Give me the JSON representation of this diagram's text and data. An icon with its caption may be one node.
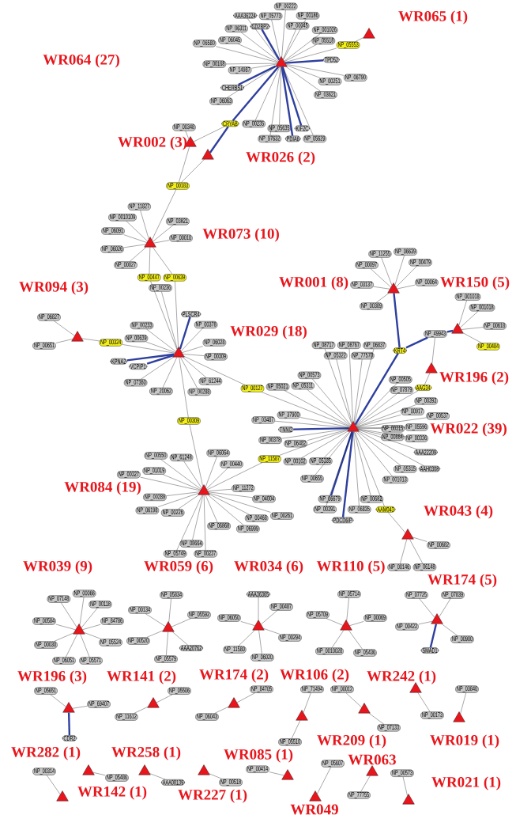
{
  "diagram": {
    "nodes": [
      {
        "text": [],
        "shape": "triangle"
      },
      {
        "text": [
          "NP_00222"
        ]
      },
      {
        "text": [
          "AAA36224"
        ]
      },
      {
        "text": [
          "NP_05773"
        ]
      },
      {
        "text": [
          "NP_00186"
        ]
      },
      {
        "text": [
          "NP_06311"
        ]
      },
      {
        "text": [
          "CD2BP2"
        ]
      },
      {
        "text": [
          "NP_00045"
        ]
      },
      {
        "text": [
          "NP_001026"
        ]
      },
      {
        "text": [
          "NP_05553"
        ]
      },
      {
        "text": [
          "NP_06580"
        ]
      },
      {
        "text": [
          "NP_06045"
        ]
      },
      {
        "text": [
          "NP_05518"
        ]
      },
      {
        "text": [
          "TPD52"
        ]
      },
      {
        "text": [
          "NP_00168"
        ]
      },
      {
        "text": [
          "NP_14987"
        ]
      },
      {
        "text": [
          "NP_00251"
        ]
      },
      {
        "text": [
          "NP_06790"
        ]
      },
      {
        "text": [
          "CHERBS1"
        ]
      },
      {
        "text": [
          "NP_06063"
        ]
      },
      {
        "text": [
          "NP_00235"
        ]
      },
      {
        "text": [
          "NP_05635"
        ]
      },
      {
        "text": [
          "KIF2C"
        ]
      },
      {
        "text": [
          "NP_03621"
        ]
      },
      {
        "text": [
          "NP_05629"
        ]
      },
      {
        "text": [
          "NP_97632"
        ]
      },
      {
        "text": [
          "PDIA6"
        ]
      },
      {
        "text": [
          "CRYAB"
        ]
      },
      {
        "text": [],
        "shape": "triangle"
      },
      {
        "text": [
          "NP_00348"
        ]
      },
      {
        "text": [],
        "shape": "triangle"
      },
      {
        "text": [],
        "shape": "triangle"
      },
      {
        "text": [
          "NP_00183"
        ]
      },
      {
        "text": [],
        "shape": "triangle"
      },
      {
        "text": [
          "NP_11827"
        ]
      },
      {
        "text": [
          "NP_0010109"
        ]
      },
      {
        "text": [
          "NP_03821"
        ]
      },
      {
        "text": [
          "NP_06091"
        ]
      },
      {
        "text": [
          "NP_00010"
        ]
      },
      {
        "text": [
          "NP_06026"
        ]
      },
      {
        "text": [
          "NP_00027"
        ]
      },
      {
        "text": [
          "NP_00447"
        ]
      },
      {
        "text": [
          "NP_00639"
        ]
      },
      {
        "text": [
          "NP_06827"
        ]
      },
      {
        "text": [],
        "shape": "triangle"
      },
      {
        "text": [
          "NP_00651"
        ]
      },
      {
        "text": [
          "NP_00324"
        ]
      },
      {
        "text": [
          "NP_00233"
        ]
      },
      {
        "text": [
          "NP_00236"
        ]
      },
      {
        "text": [
          "PLSCR4"
        ]
      },
      {
        "text": [
          "NP_00378"
        ]
      },
      {
        "text": [
          "NP_06028"
        ]
      },
      {
        "text": [
          "NP_00639"
        ]
      },
      {
        "text": [],
        "shape": "triangle"
      },
      {
        "text": [
          "KPNA2"
        ]
      },
      {
        "text": [
          "VCPIP1"
        ]
      },
      {
        "text": [
          "NP_00309"
        ]
      },
      {
        "text": [
          "NP_07360"
        ]
      },
      {
        "text": [
          "NP_61244"
        ]
      },
      {
        "text": [
          "NP_20062"
        ]
      },
      {
        "text": [
          "NP_00288"
        ]
      },
      {
        "text": [
          "NP_00127"
        ]
      },
      {
        "text": [
          "NP_00309"
        ]
      },
      {
        "text": [
          "NP_11255"
        ]
      },
      {
        "text": [
          "NP_06639"
        ]
      },
      {
        "text": [
          "NP_00097"
        ]
      },
      {
        "text": [
          "NP_00479"
        ]
      },
      {
        "text": [
          "NP_03137"
        ]
      },
      {
        "text": [
          "NP_00064"
        ]
      },
      {
        "text": [],
        "shape": "triangle"
      },
      {
        "text": [
          "NP_00389"
        ]
      },
      {
        "text": [
          "NP_001018"
        ]
      },
      {
        "text": [
          "NP_001018"
        ]
      },
      {
        "text": [
          "NP_00618"
        ]
      },
      {
        "text": [],
        "shape": "triangle"
      },
      {
        "text": [
          "NP_49943"
        ]
      },
      {
        "text": [
          "NP_00484"
        ]
      },
      {
        "text": [
          "KRT4"
        ]
      },
      {
        "text": [],
        "shape": "triangle"
      },
      {
        "text": [
          "AAG34"
        ]
      },
      {
        "text": [
          "NP_08717"
        ]
      },
      {
        "text": [
          "NP_08767"
        ]
      },
      {
        "text": [
          "NP_06837"
        ]
      },
      {
        "text": [
          "NP_00573"
        ]
      },
      {
        "text": [
          "NP_05322"
        ]
      },
      {
        "text": [
          "NP_77570"
        ]
      },
      {
        "text": [
          "NP_00505"
        ]
      },
      {
        "text": [
          "NP_05311"
        ]
      },
      {
        "text": [
          "NP_05021"
        ]
      },
      {
        "text": [
          "NP_07879"
        ]
      },
      {
        "text": [
          "NP_00393"
        ]
      },
      {
        "text": [
          "NP_37900"
        ]
      },
      {
        "text": [
          "NP_00917"
        ]
      },
      {
        "text": [
          "NP_00537"
        ]
      },
      {
        "text": [
          "NP_03487"
        ]
      },
      {
        "text": [
          "TNNI2"
        ]
      },
      {
        "text": [],
        "shape": "triangle"
      },
      {
        "text": [
          "NP_00315"
        ]
      },
      {
        "text": [
          "NP_05596"
        ]
      },
      {
        "text": [
          "NP_00378"
        ]
      },
      {
        "text": [
          "NP_06482"
        ]
      },
      {
        "text": [
          "NP_00884"
        ]
      },
      {
        "text": [
          "NP_00336"
        ]
      },
      {
        "text": [
          "NP_00655"
        ]
      },
      {
        "text": [
          "AAA22209"
        ]
      },
      {
        "text": [
          "NP_00102"
        ]
      },
      {
        "text": [
          "NP_05335"
        ]
      },
      {
        "text": [
          "NP_00682"
        ]
      },
      {
        "text": [
          "NP_05315"
        ]
      },
      {
        "text": [
          "AAH0308"
        ]
      },
      {
        "text": [
          "NP_06679"
        ]
      },
      {
        "text": [
          "NP_00391"
        ]
      },
      {
        "text": [
          "NP_06835"
        ]
      },
      {
        "text": [
          "NP_001013"
        ]
      },
      {
        "text": [
          "PDCD6IP"
        ]
      },
      {
        "text": [
          "AAM043"
        ]
      },
      {
        "text": [
          "NP_11587"
        ]
      },
      {
        "text": [
          "NP_00550"
        ]
      },
      {
        "text": [
          "NP_61248"
        ]
      },
      {
        "text": [
          "NP_06064"
        ]
      },
      {
        "text": [
          "NP_00440"
        ]
      },
      {
        "text": [
          "NP_00327"
        ]
      },
      {
        "text": [
          "NP_01019"
        ]
      },
      {
        "text": [
          "NP_11272"
        ]
      },
      {
        "text": [],
        "shape": "triangle"
      },
      {
        "text": [
          "NP_00289"
        ]
      },
      {
        "text": [
          "NP_00226"
        ]
      },
      {
        "text": [
          "NP_00468"
        ]
      },
      {
        "text": [
          "NP_04004"
        ]
      },
      {
        "text": [
          "NP_06198"
        ]
      },
      {
        "text": [
          "NP_00261"
        ]
      },
      {
        "text": [
          "NP_08664"
        ]
      },
      {
        "text": [
          "NP_06868"
        ]
      },
      {
        "text": [
          "NP_06999"
        ]
      },
      {
        "text": [
          "NP_05749"
        ]
      },
      {
        "text": [
          "NP_00237"
        ]
      },
      {
        "text": [],
        "shape": "triangle"
      },
      {
        "text": [
          "NP_00682"
        ]
      },
      {
        "text": [
          "NP_00146"
        ]
      },
      {
        "text": [
          "NP_06148"
        ]
      },
      {
        "text": [
          "NP_07148"
        ]
      },
      {
        "text": [
          "NP_00066"
        ]
      },
      {
        "text": [
          "NP_00118"
        ]
      },
      {
        "text": [
          "NP_00584"
        ]
      },
      {
        "text": [
          "NP_84786"
        ]
      },
      {
        "text": [],
        "shape": "triangle"
      },
      {
        "text": [
          "NP_05524"
        ]
      },
      {
        "text": [
          "NP_00030"
        ]
      },
      {
        "text": [
          "NP_06051"
        ]
      },
      {
        "text": [
          "NP_05571"
        ]
      },
      {
        "text": [
          "NP_05834"
        ]
      },
      {
        "text": [
          "NP_00134"
        ]
      },
      {
        "text": [
          "NP_05592"
        ]
      },
      {
        "text": [],
        "shape": "triangle"
      },
      {
        "text": [
          "NP_00520"
        ]
      },
      {
        "text": [
          "AAA20762"
        ]
      },
      {
        "text": [
          "NP_05579"
        ]
      },
      {
        "text": [
          "AAA36365"
        ]
      },
      {
        "text": [
          "NP_00487"
        ]
      },
      {
        "text": [
          "NP_06050"
        ]
      },
      {
        "text": [],
        "shape": "triangle"
      },
      {
        "text": [
          "NP_00294"
        ]
      },
      {
        "text": [
          "NP_11580"
        ]
      },
      {
        "text": [
          "NP_06020"
        ]
      },
      {
        "text": [
          "NP_05714"
        ]
      },
      {
        "text": [
          "NP_05709"
        ]
      },
      {
        "text": [
          "NP_00069"
        ]
      },
      {
        "text": [],
        "shape": "triangle"
      },
      {
        "text": [
          "NP_0010028"
        ]
      },
      {
        "text": [
          "NP_05436"
        ]
      },
      {
        "text": [
          "NP_07725"
        ]
      },
      {
        "text": [
          "NP_07839"
        ]
      },
      {
        "text": [],
        "shape": "triangle"
      },
      {
        "text": [
          "NP_00422"
        ]
      },
      {
        "text": [
          "NP_00900"
        ]
      },
      {
        "text": [
          "SMAD1"
        ]
      },
      {
        "text": [
          "NP_05651"
        ]
      },
      {
        "text": [],
        "shape": "triangle"
      },
      {
        "text": [
          "NP_69407"
        ]
      },
      {
        "text": [
          "CDR2"
        ]
      },
      {
        "text": [
          "NP_05506"
        ]
      },
      {
        "text": [],
        "shape": "triangle"
      },
      {
        "text": [
          "NP_11612"
        ]
      },
      {
        "text": [
          "NP_84705"
        ]
      },
      {
        "text": [],
        "shape": "triangle"
      },
      {
        "text": [
          "NP_06043"
        ]
      },
      {
        "text": [
          "NP_71494"
        ]
      },
      {
        "text": [],
        "shape": "triangle"
      },
      {
        "text": [
          "NP_05510"
        ]
      },
      {
        "text": [
          "NP_00012"
        ]
      },
      {
        "text": [],
        "shape": "triangle"
      },
      {
        "text": [
          "NP_07133"
        ]
      },
      {
        "text": [],
        "shape": "triangle"
      },
      {
        "text": [
          "NP_00173"
        ]
      },
      {
        "text": [
          "NP_03840"
        ]
      },
      {
        "text": [],
        "shape": "triangle"
      },
      {
        "text": [
          "NP_00314"
        ]
      },
      {
        "text": [],
        "shape": "triangle"
      },
      {
        "text": [],
        "shape": "triangle"
      },
      {
        "text": [
          "NP_05486"
        ]
      },
      {
        "text": [],
        "shape": "triangle"
      },
      {
        "text": [
          "AAA08139"
        ]
      },
      {
        "text": [],
        "shape": "triangle"
      },
      {
        "text": [
          "NP_00518"
        ]
      },
      {
        "text": [
          "NP_00414"
        ]
      },
      {
        "text": [],
        "shape": "triangle"
      },
      {
        "text": [
          "NP_05607"
        ]
      },
      {
        "text": [],
        "shape": "triangle"
      },
      {
        "text": [],
        "shape": "triangle"
      },
      {
        "text": [
          "NP_77755"
        ]
      },
      {
        "text": [
          "NP_00573"
        ]
      },
      {
        "text": [],
        "shape": "triangle"
      }
    ],
    "edges": [
      {
        "from": 0,
        "to": 1,
        "arrow": "none"
      },
      {
        "from": 0,
        "to": 2,
        "arrow": "none"
      },
      {
        "from": 0,
        "to": 3,
        "arrow": "none"
      },
      {
        "from": 0,
        "to": 4,
        "arrow": "none"
      },
      {
        "from": 0,
        "to": 5,
        "arrow": "none"
      },
      {
        "from": 0,
        "to": 6,
        "arrow": "none",
        "style": "thick",
        "color": "#2e3f9e"
      },
      {
        "from": 0,
        "to": 7,
        "arrow": "none"
      },
      {
        "from": 0,
        "to": 8,
        "arrow": "none"
      },
      {
        "from": 0,
        "to": 9,
        "arrow": "none"
      },
      {
        "from": 0,
        "to": 10,
        "arrow": "none"
      },
      {
        "from": 0,
        "to": 11,
        "arrow": "none"
      },
      {
        "from": 0,
        "to": 12,
        "arrow": "none"
      },
      {
        "from": 0,
        "to": 13,
        "arrow": "none",
        "style": "thick",
        "color": "#2e3f9e"
      },
      {
        "from": 0,
        "to": 14,
        "arrow": "none"
      },
      {
        "from": 0,
        "to": 15,
        "arrow": "none"
      },
      {
        "from": 0,
        "to": 16,
        "arrow": "none"
      },
      {
        "from": 0,
        "to": 17,
        "arrow": "none"
      },
      {
        "from": 0,
        "to": 18,
        "arrow": "none",
        "style": "thick",
        "color": "#2e3f9e"
      },
      {
        "from": 0,
        "to": 19,
        "arrow": "none"
      },
      {
        "from": 0,
        "to": 20,
        "arrow": "none"
      },
      {
        "from": 0,
        "to": 21,
        "arrow": "none"
      },
      {
        "from": 0,
        "to": 22,
        "arrow": "none",
        "style": "thick",
        "color": "#2e3f9e"
      },
      {
        "from": 0,
        "to": 23,
        "arrow": "none"
      },
      {
        "from": 0,
        "to": 24,
        "arrow": "none"
      },
      {
        "from": 0,
        "to": 25,
        "arrow": "none"
      },
      {
        "from": 0,
        "to": 26,
        "arrow": "none",
        "style": "thick",
        "color": "#2e3f9e"
      },
      {
        "from": 0,
        "to": 27,
        "arrow": "none",
        "style": "thick",
        "color": "#2e3f9e"
      },
      {
        "from": 9,
        "to": 28,
        "arrow": "none"
      },
      {
        "from": 27,
        "to": 30,
        "arrow": "none"
      },
      {
        "from": 27,
        "to": 31,
        "arrow": "none",
        "style": "thick",
        "color": "#2e3f9e"
      },
      {
        "from": 29,
        "to": 30,
        "arrow": "none"
      },
      {
        "from": 32,
        "to": 30,
        "arrow": "none"
      },
      {
        "from": 32,
        "to": 31,
        "arrow": "none"
      },
      {
        "from": 32,
        "to": 33,
        "arrow": "none"
      },
      {
        "from": 33,
        "to": 34,
        "arrow": "none"
      },
      {
        "from": 33,
        "to": 35,
        "arrow": "none"
      },
      {
        "from": 33,
        "to": 36,
        "arrow": "none"
      },
      {
        "from": 33,
        "to": 37,
        "arrow": "none"
      },
      {
        "from": 33,
        "to": 38,
        "arrow": "none"
      },
      {
        "from": 33,
        "to": 39,
        "arrow": "none"
      },
      {
        "from": 33,
        "to": 40,
        "arrow": "none"
      },
      {
        "from": 33,
        "to": 41,
        "arrow": "none"
      },
      {
        "from": 33,
        "to": 42,
        "arrow": "none"
      },
      {
        "from": 44,
        "to": 43,
        "arrow": "none"
      },
      {
        "from": 44,
        "to": 45,
        "arrow": "none"
      },
      {
        "from": 44,
        "to": 46,
        "arrow": "none"
      },
      {
        "from": 53,
        "to": 41,
        "arrow": "none"
      },
      {
        "from": 53,
        "to": 42,
        "arrow": "none"
      },
      {
        "from": 53,
        "to": 46,
        "arrow": "none"
      },
      {
        "from": 53,
        "to": 47,
        "arrow": "none"
      },
      {
        "from": 53,
        "to": 48,
        "arrow": "none"
      },
      {
        "from": 53,
        "to": 49,
        "arrow": "none",
        "style": "thick",
        "color": "#2e3f9e"
      },
      {
        "from": 53,
        "to": 50,
        "arrow": "none"
      },
      {
        "from": 53,
        "to": 51,
        "arrow": "none"
      },
      {
        "from": 53,
        "to": 52,
        "arrow": "none"
      },
      {
        "from": 53,
        "to": 54,
        "arrow": "none",
        "style": "thick",
        "color": "#2e3f9e"
      },
      {
        "from": 53,
        "to": 55,
        "arrow": "none",
        "style": "thick",
        "color": "#2e3f9e"
      },
      {
        "from": 53,
        "to": 56,
        "arrow": "none"
      },
      {
        "from": 53,
        "to": 57,
        "arrow": "none"
      },
      {
        "from": 53,
        "to": 58,
        "arrow": "none"
      },
      {
        "from": 53,
        "to": 59,
        "arrow": "none"
      },
      {
        "from": 53,
        "to": 60,
        "arrow": "none"
      },
      {
        "from": 53,
        "to": 61,
        "arrow": "none"
      },
      {
        "from": 53,
        "to": 62,
        "arrow": "none"
      },
      {
        "from": 61,
        "to": 96,
        "arrow": "none"
      },
      {
        "from": 62,
        "to": 124,
        "arrow": "none"
      },
      {
        "from": 69,
        "to": 63,
        "arrow": "none"
      },
      {
        "from": 69,
        "to": 64,
        "arrow": "none"
      },
      {
        "from": 69,
        "to": 65,
        "arrow": "none"
      },
      {
        "from": 69,
        "to": 66,
        "arrow": "none"
      },
      {
        "from": 69,
        "to": 67,
        "arrow": "none"
      },
      {
        "from": 69,
        "to": 68,
        "arrow": "none"
      },
      {
        "from": 69,
        "to": 70,
        "arrow": "none"
      },
      {
        "from": 69,
        "to": 77,
        "arrow": "none",
        "style": "thick",
        "color": "#2e3f9e"
      },
      {
        "from": 74,
        "to": 71,
        "arrow": "none"
      },
      {
        "from": 74,
        "to": 72,
        "arrow": "none"
      },
      {
        "from": 74,
        "to": 73,
        "arrow": "none"
      },
      {
        "from": 74,
        "to": 76,
        "arrow": "none"
      },
      {
        "from": 74,
        "to": 75,
        "arrow": "none",
        "style": "thick",
        "color": "#2e3f9e"
      },
      {
        "from": 75,
        "to": 77,
        "arrow": "none",
        "style": "thick",
        "color": "#2e3f9e"
      },
      {
        "from": 75,
        "to": 78,
        "arrow": "none"
      },
      {
        "from": 78,
        "to": 79,
        "arrow": "none"
      },
      {
        "from": 79,
        "to": 96,
        "arrow": "none"
      },
      {
        "from": 77,
        "to": 96,
        "arrow": "none",
        "style": "thick",
        "color": "#2e3f9e"
      },
      {
        "from": 96,
        "to": 80,
        "arrow": "none"
      },
      {
        "from": 96,
        "to": 81,
        "arrow": "none"
      },
      {
        "from": 96,
        "to": 82,
        "arrow": "none"
      },
      {
        "from": 96,
        "to": 83,
        "arrow": "none"
      },
      {
        "from": 96,
        "to": 84,
        "arrow": "none"
      },
      {
        "from": 96,
        "to": 85,
        "arrow": "none"
      },
      {
        "from": 96,
        "to": 86,
        "arrow": "none"
      },
      {
        "from": 96,
        "to": 87,
        "arrow": "none"
      },
      {
        "from": 96,
        "to": 88,
        "arrow": "none"
      },
      {
        "from": 96,
        "to": 89,
        "arrow": "none"
      },
      {
        "from": 96,
        "to": 90,
        "arrow": "none"
      },
      {
        "from": 96,
        "to": 91,
        "arrow": "none"
      },
      {
        "from": 96,
        "to": 92,
        "arrow": "none"
      },
      {
        "from": 96,
        "to": 93,
        "arrow": "none"
      },
      {
        "from": 96,
        "to": 94,
        "arrow": "none"
      },
      {
        "from": 96,
        "to": 95,
        "arrow": "none",
        "style": "thick",
        "color": "#2e3f9e"
      },
      {
        "from": 96,
        "to": 97,
        "arrow": "none"
      },
      {
        "from": 96,
        "to": 98,
        "arrow": "none"
      },
      {
        "from": 96,
        "to": 99,
        "arrow": "none"
      },
      {
        "from": 96,
        "to": 100,
        "arrow": "none"
      },
      {
        "from": 96,
        "to": 101,
        "arrow": "none"
      },
      {
        "from": 96,
        "to": 102,
        "arrow": "none"
      },
      {
        "from": 96,
        "to": 103,
        "arrow": "none"
      },
      {
        "from": 96,
        "to": 104,
        "arrow": "none"
      },
      {
        "from": 96,
        "to": 105,
        "arrow": "none"
      },
      {
        "from": 96,
        "to": 106,
        "arrow": "none"
      },
      {
        "from": 96,
        "to": 107,
        "arrow": "none"
      },
      {
        "from": 96,
        "to": 108,
        "arrow": "none"
      },
      {
        "from": 96,
        "to": 109,
        "arrow": "none"
      },
      {
        "from": 96,
        "to": 110,
        "arrow": "none",
        "style": "thick",
        "color": "#2e3f9e"
      },
      {
        "from": 96,
        "to": 111,
        "arrow": "none"
      },
      {
        "from": 96,
        "to": 112,
        "arrow": "none"
      },
      {
        "from": 96,
        "to": 113,
        "arrow": "none"
      },
      {
        "from": 96,
        "to": 114,
        "arrow": "none",
        "style": "thick",
        "color": "#2e3f9e"
      },
      {
        "from": 96,
        "to": 115,
        "arrow": "none"
      },
      {
        "from": 115,
        "to": 136,
        "arrow": "none"
      },
      {
        "from": 116,
        "to": 96,
        "arrow": "none"
      },
      {
        "from": 116,
        "to": 124,
        "arrow": "none"
      },
      {
        "from": 124,
        "to": 117,
        "arrow": "none"
      },
      {
        "from": 124,
        "to": 118,
        "arrow": "none"
      },
      {
        "from": 124,
        "to": 119,
        "arrow": "none"
      },
      {
        "from": 124,
        "to": 120,
        "arrow": "none"
      },
      {
        "from": 124,
        "to": 121,
        "arrow": "none"
      },
      {
        "from": 124,
        "to": 122,
        "arrow": "none"
      },
      {
        "from": 124,
        "to": 123,
        "arrow": "none"
      },
      {
        "from": 124,
        "to": 125,
        "arrow": "none"
      },
      {
        "from": 124,
        "to": 126,
        "arrow": "none"
      },
      {
        "from": 124,
        "to": 127,
        "arrow": "none"
      },
      {
        "from": 124,
        "to": 128,
        "arrow": "none"
      },
      {
        "from": 124,
        "to": 129,
        "arrow": "none"
      },
      {
        "from": 124,
        "to": 130,
        "arrow": "none"
      },
      {
        "from": 124,
        "to": 131,
        "arrow": "none"
      },
      {
        "from": 124,
        "to": 132,
        "arrow": "none"
      },
      {
        "from": 124,
        "to": 133,
        "arrow": "none"
      },
      {
        "from": 124,
        "to": 134,
        "arrow": "none"
      },
      {
        "from": 124,
        "to": 135,
        "arrow": "none"
      },
      {
        "from": 136,
        "to": 137,
        "arrow": "none"
      },
      {
        "from": 136,
        "to": 138,
        "arrow": "none"
      },
      {
        "from": 136,
        "to": 139,
        "arrow": "none"
      },
      {
        "from": 145,
        "to": 140,
        "arrow": "none"
      },
      {
        "from": 145,
        "to": 141,
        "arrow": "none"
      },
      {
        "from": 145,
        "to": 142,
        "arrow": "none"
      },
      {
        "from": 145,
        "to": 143,
        "arrow": "none"
      },
      {
        "from": 145,
        "to": 144,
        "arrow": "none"
      },
      {
        "from": 145,
        "to": 146,
        "arrow": "none"
      },
      {
        "from": 145,
        "to": 147,
        "arrow": "none"
      },
      {
        "from": 145,
        "to": 148,
        "arrow": "none"
      },
      {
        "from": 145,
        "to": 149,
        "arrow": "none"
      },
      {
        "from": 153,
        "to": 150,
        "arrow": "none"
      },
      {
        "from": 153,
        "to": 151,
        "arrow": "none"
      },
      {
        "from": 153,
        "to": 152,
        "arrow": "none"
      },
      {
        "from": 153,
        "to": 154,
        "arrow": "none"
      },
      {
        "from": 153,
        "to": 155,
        "arrow": "none"
      },
      {
        "from": 153,
        "to": 156,
        "arrow": "none"
      },
      {
        "from": 160,
        "to": 157,
        "arrow": "none"
      },
      {
        "from": 160,
        "to": 158,
        "arrow": "none"
      },
      {
        "from": 160,
        "to": 159,
        "arrow": "none"
      },
      {
        "from": 160,
        "to": 161,
        "arrow": "none"
      },
      {
        "from": 160,
        "to": 162,
        "arrow": "none"
      },
      {
        "from": 160,
        "to": 163,
        "arrow": "none"
      },
      {
        "from": 167,
        "to": 164,
        "arrow": "none"
      },
      {
        "from": 167,
        "to": 165,
        "arrow": "none"
      },
      {
        "from": 167,
        "to": 166,
        "arrow": "none"
      },
      {
        "from": 167,
        "to": 168,
        "arrow": "none"
      },
      {
        "from": 167,
        "to": 169,
        "arrow": "none"
      },
      {
        "from": 172,
        "to": 170,
        "arrow": "none"
      },
      {
        "from": 172,
        "to": 171,
        "arrow": "none"
      },
      {
        "from": 172,
        "to": 173,
        "arrow": "none"
      },
      {
        "from": 172,
        "to": 174,
        "arrow": "none"
      },
      {
        "from": 172,
        "to": 175,
        "arrow": "none",
        "style": "thick",
        "color": "#2e3f9e"
      },
      {
        "from": 177,
        "to": 176,
        "arrow": "none"
      },
      {
        "from": 177,
        "to": 178,
        "arrow": "none"
      },
      {
        "from": 177,
        "to": 179,
        "arrow": "none",
        "style": "thick",
        "color": "#2e3f9e"
      },
      {
        "from": 181,
        "to": 180,
        "arrow": "none"
      },
      {
        "from": 181,
        "to": 182,
        "arrow": "none"
      },
      {
        "from": 184,
        "to": 183,
        "arrow": "none"
      },
      {
        "from": 184,
        "to": 185,
        "arrow": "none"
      },
      {
        "from": 187,
        "to": 186,
        "arrow": "none"
      },
      {
        "from": 187,
        "to": 188,
        "arrow": "none"
      },
      {
        "from": 190,
        "to": 189,
        "arrow": "none"
      },
      {
        "from": 190,
        "to": 191,
        "arrow": "none"
      },
      {
        "from": 192,
        "to": 193,
        "arrow": "none"
      },
      {
        "from": 195,
        "to": 194,
        "arrow": "none"
      },
      {
        "from": 197,
        "to": 196,
        "arrow": "none"
      },
      {
        "from": 198,
        "to": 199,
        "arrow": "none"
      },
      {
        "from": 200,
        "to": 201,
        "arrow": "none"
      },
      {
        "from": 202,
        "to": 203,
        "arrow": "none"
      },
      {
        "from": 205,
        "to": 204,
        "arrow": "none"
      },
      {
        "from": 207,
        "to": 206,
        "arrow": "none"
      },
      {
        "from": 208,
        "to": 209,
        "arrow": "none"
      },
      {
        "from": 211,
        "to": 210,
        "arrow": "none"
      }
    ],
    "labels": [
      "WR065 (1)",
      "WR064 (27)",
      "WR002 (3)",
      "WR026 (2)",
      "WR073 (10)",
      "WR094 (3)",
      "WR001 (8)",
      "WR150 (5)",
      "WR029 (18)",
      "WR196 (2)",
      "WR022 (39)",
      "WR084 (19)",
      "WR043 (4)",
      "WR039 (9)",
      "WR059 (6)",
      "WR034 (6)",
      "WR110 (5)",
      "WR174 (5)",
      "WR196 (3)",
      "WR141 (2)",
      "WR174 (2)",
      "WR106 (2)",
      "WR242 (1)",
      "WR209 (1)",
      "WR019 (1)",
      "WR282 (1)",
      "WR258 (1)",
      "WR085 (1)",
      "WR063",
      "WR021 (1)",
      "WR142 (1)",
      "WR227 (1)",
      "WR049"
    ]
  }
}
